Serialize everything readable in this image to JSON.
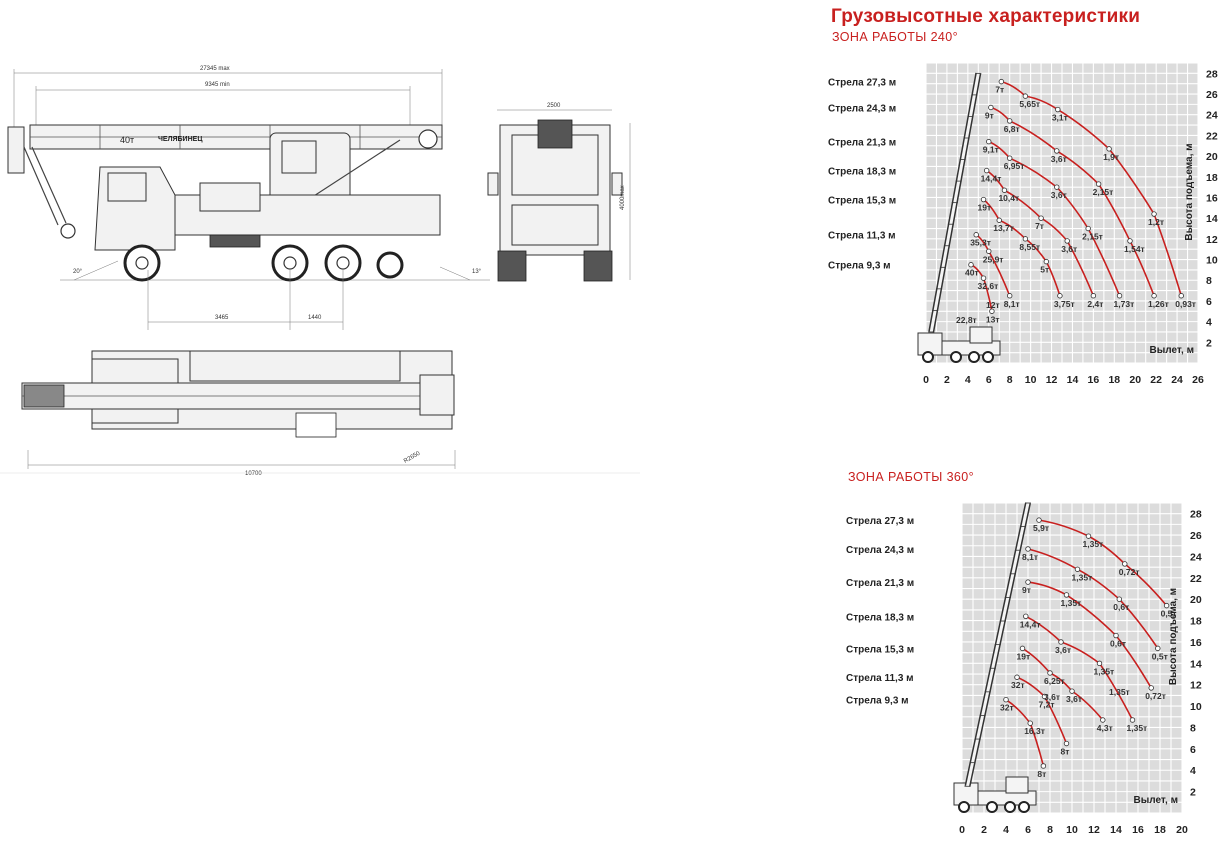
{
  "drawing": {
    "dims": {
      "max_length": "27345 max",
      "min_length": "9345 min",
      "rear_width": "2500",
      "height_max": "4000max",
      "wheelbase_1": "3465",
      "wheelbase_2": "1440",
      "angle_front": "20°",
      "angle_rear": "13°",
      "total_length": "10700",
      "radius": "R2650"
    },
    "boom_capacity": "40т",
    "brand": "ЧЕЛЯБИНЕЦ"
  },
  "load_chart_title": "Грузовысотные характеристики",
  "chart_data": [
    {
      "type": "line",
      "zone_title": "ЗОНА РАБОТЫ 240°",
      "xlabel": "Вылет, м",
      "ylabel": "Высота подъема, м",
      "x_ticks": [
        "0",
        "2",
        "4",
        "6",
        "8",
        "10",
        "12",
        "14",
        "16",
        "18",
        "20",
        "22",
        "24",
        "26"
      ],
      "y_ticks": [
        "2",
        "4",
        "6",
        "8",
        "10",
        "12",
        "14",
        "16",
        "18",
        "20",
        "22",
        "24",
        "26",
        "28"
      ],
      "xlim": [
        0,
        26
      ],
      "ylim": [
        0,
        29
      ],
      "series": [
        {
          "name": "Стрела 27,3 м",
          "points": [
            [
              7.2,
              27.2
            ],
            [
              9.5,
              25.8
            ],
            [
              12.6,
              24.5
            ],
            [
              17.5,
              20.7
            ],
            [
              21.8,
              14.4
            ],
            [
              24.4,
              6.5
            ]
          ],
          "labels": [
            "7т",
            "5,65т",
            "3,1т",
            "1,9т",
            "1,2т",
            "0,93т"
          ]
        },
        {
          "name": "Стрела 24,3 м",
          "points": [
            [
              6.2,
              24.7
            ],
            [
              8.0,
              23.4
            ],
            [
              12.5,
              20.5
            ],
            [
              16.5,
              17.3
            ],
            [
              19.5,
              11.8
            ],
            [
              21.8,
              6.5
            ]
          ],
          "labels": [
            "9т",
            "6,8т",
            "3,6т",
            "2,15т",
            "1,54т",
            "1,26т"
          ]
        },
        {
          "name": "Стрела 21,3 м",
          "points": [
            [
              6.0,
              21.4
            ],
            [
              8.0,
              19.8
            ],
            [
              12.5,
              17.0
            ],
            [
              15.5,
              13.0
            ],
            [
              18.5,
              6.5
            ]
          ],
          "labels": [
            "9,1т",
            "6,95т",
            "3,6т",
            "2,15т",
            "1,73т"
          ]
        },
        {
          "name": "Стрела 18,3 м",
          "points": [
            [
              5.8,
              18.6
            ],
            [
              7.5,
              16.7
            ],
            [
              11.0,
              14.0
            ],
            [
              13.5,
              11.8
            ],
            [
              16.0,
              6.5
            ]
          ],
          "labels": [
            "14,4т",
            "10,4т",
            "7т",
            "3,6т",
            "2,4т"
          ]
        },
        {
          "name": "Стрела 15,3 м",
          "points": [
            [
              5.5,
              15.8
            ],
            [
              7.0,
              13.8
            ],
            [
              9.5,
              12.0
            ],
            [
              11.5,
              9.8
            ],
            [
              12.8,
              6.5
            ]
          ],
          "labels": [
            "19т",
            "13,7т",
            "8,55т",
            "5т",
            "3,75т"
          ]
        },
        {
          "name": "Стрела 11,3 м",
          "points": [
            [
              4.8,
              12.4
            ],
            [
              6.0,
              10.8
            ],
            [
              8.0,
              6.5
            ]
          ],
          "labels": [
            "35,3т",
            "25,9т",
            "8,1т"
          ]
        },
        {
          "name": "Стрела 9,3 м",
          "points": [
            [
              4.3,
              9.5
            ],
            [
              5.5,
              8.2
            ],
            [
              6.3,
              5.0
            ]
          ],
          "labels": [
            "40т",
            "32,6т",
            "13т"
          ]
        }
      ],
      "extra_labels": [
        "12т",
        "22,8т"
      ]
    },
    {
      "type": "line",
      "zone_title": "ЗОНА РАБОТЫ 360°",
      "xlabel": "Вылет, м",
      "ylabel": "Высота подъема, м",
      "x_ticks": [
        "0",
        "2",
        "4",
        "6",
        "8",
        "10",
        "12",
        "14",
        "16",
        "18",
        "20"
      ],
      "y_ticks": [
        "2",
        "4",
        "6",
        "8",
        "10",
        "12",
        "14",
        "16",
        "18",
        "20",
        "22",
        "24",
        "26",
        "28"
      ],
      "xlim": [
        0,
        20
      ],
      "ylim": [
        0,
        29
      ],
      "series": [
        {
          "name": "Стрела 27,3 м",
          "points": [
            [
              7.0,
              27.4
            ],
            [
              11.5,
              25.9
            ],
            [
              14.8,
              23.3
            ],
            [
              18.6,
              19.4
            ]
          ],
          "labels": [
            "5,9т",
            "1,35т",
            "0,72т",
            "0,5т"
          ]
        },
        {
          "name": "Стрела 24,3 м",
          "points": [
            [
              6.0,
              24.7
            ],
            [
              10.5,
              22.8
            ],
            [
              14.3,
              20.0
            ],
            [
              17.8,
              15.4
            ]
          ],
          "labels": [
            "8,1т",
            "1,35т",
            "0,6т",
            "0,5т"
          ]
        },
        {
          "name": "Стрела 21,3 м",
          "points": [
            [
              6.0,
              21.6
            ],
            [
              9.5,
              20.4
            ],
            [
              14.0,
              16.6
            ],
            [
              17.2,
              11.7
            ]
          ],
          "labels": [
            "9т",
            "1,35т",
            "0,6т",
            "0,72т"
          ]
        },
        {
          "name": "Стрела 18,3 м",
          "points": [
            [
              5.8,
              18.4
            ],
            [
              9.0,
              16.0
            ],
            [
              12.5,
              14.0
            ],
            [
              15.5,
              8.7
            ]
          ],
          "labels": [
            "14,4т",
            "3,6т",
            "1,35т",
            "1,35т"
          ]
        },
        {
          "name": "Стрела 15,3 м",
          "points": [
            [
              5.5,
              15.4
            ],
            [
              8.0,
              13.1
            ],
            [
              10.0,
              11.4
            ],
            [
              12.8,
              8.7
            ]
          ],
          "labels": [
            "19т",
            "6,25т",
            "3,6т",
            "4,3т"
          ]
        },
        {
          "name": "Стрела 11,3 м",
          "points": [
            [
              5.0,
              12.7
            ],
            [
              7.5,
              10.9
            ],
            [
              9.5,
              6.5
            ]
          ],
          "labels": [
            "32т",
            "7,2т",
            "8т"
          ]
        },
        {
          "name": "Стрела 9,3 м",
          "points": [
            [
              4.0,
              10.6
            ],
            [
              6.2,
              8.4
            ],
            [
              7.4,
              4.4
            ]
          ],
          "labels": [
            "32т",
            "16,3т",
            "8т"
          ]
        }
      ],
      "extra_labels": [
        "3,6т",
        "1,35т"
      ]
    }
  ]
}
